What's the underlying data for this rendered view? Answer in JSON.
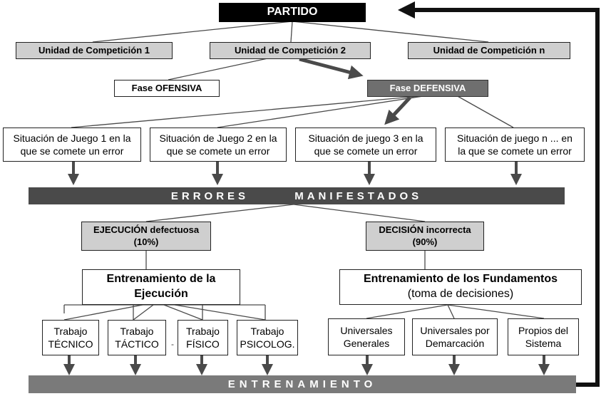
{
  "root": "PARTIDO",
  "units": [
    "Unidad de Competición 1",
    "Unidad de Competición 2",
    "Unidad de Competición n"
  ],
  "phases": {
    "offensive": "Fase OFENSIVA",
    "defensive": "Fase DEFENSIVA"
  },
  "situations": [
    [
      "Situación de Juego 1 en la",
      "que se comete un error"
    ],
    [
      "Situación de Juego 2 en la",
      "que se comete un error"
    ],
    [
      "Situación de juego 3 en la",
      "que se comete un error"
    ],
    [
      "Situación de juego n ...  en",
      "la que se comete un error"
    ]
  ],
  "errors_bar": "ERRORES       MANIFESTADOS",
  "error_types": {
    "execution": {
      "title": "EJECUCIÓN defectuosa",
      "pct": "(10%)"
    },
    "decision": {
      "title": "DECISIÓN incorrecta",
      "pct": "(90%)"
    }
  },
  "trainings": {
    "execution": [
      "Entrenamiento de la",
      "Ejecución"
    ],
    "fundamentals": {
      "title": "Entrenamiento de los Fundamentos",
      "subtitle": "(toma de decisiones)"
    }
  },
  "works": [
    [
      "Trabajo",
      "TÉCNICO"
    ],
    [
      "Trabajo",
      "TÁCTICO"
    ],
    [
      "Trabajo",
      "FÍSICO"
    ],
    [
      "Trabajo",
      "PSICOLOG."
    ]
  ],
  "separator_dot": "-",
  "fundamentals_types": [
    [
      "Universales",
      "Generales"
    ],
    [
      "Universales por",
      "Demarcación"
    ],
    [
      "Propios del",
      "Sistema"
    ]
  ],
  "training_bar": "ENTRENAMIENTO"
}
